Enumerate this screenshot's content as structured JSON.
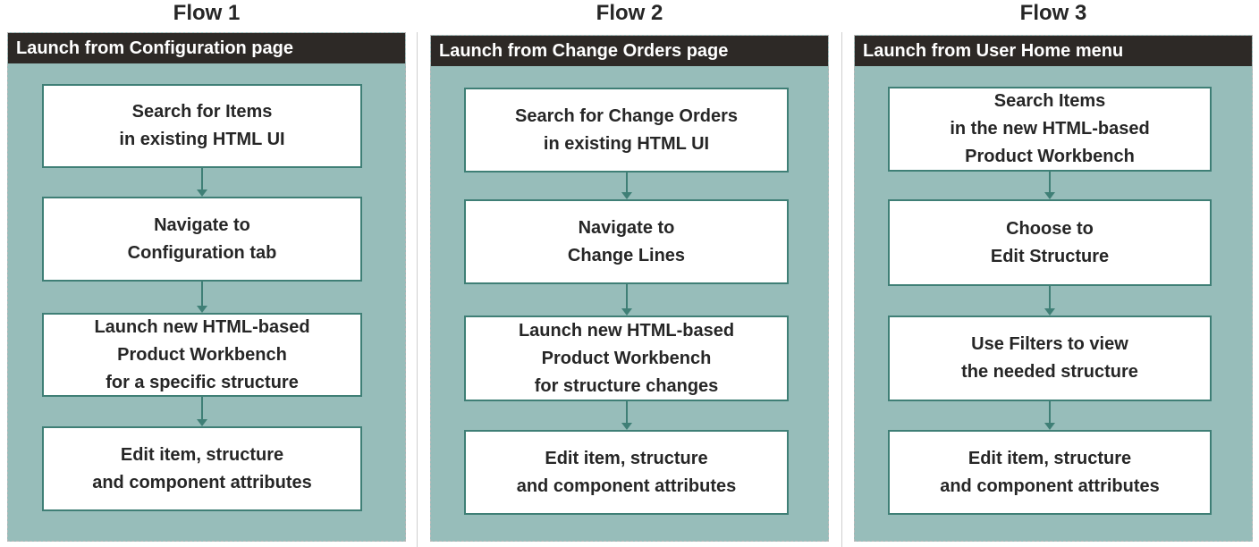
{
  "colors": {
    "panel_fill": "#97bdba",
    "header_fill": "#2d2926",
    "box_border": "#3f7f76",
    "arrow": "#3f7f76"
  },
  "flows": [
    {
      "title": "Flow 1",
      "header": "Launch from Configuration page",
      "steps": [
        [
          "Search for Items",
          "in existing HTML UI"
        ],
        [
          "Navigate to",
          "Configuration tab"
        ],
        [
          "Launch new HTML-based",
          "Product Workbench",
          "for a specific structure"
        ],
        [
          "Edit item, structure",
          "and component attributes"
        ]
      ]
    },
    {
      "title": "Flow 2",
      "header": "Launch from Change Orders page",
      "steps": [
        [
          "Search for Change Orders",
          "in existing HTML UI"
        ],
        [
          "Navigate to",
          "Change Lines"
        ],
        [
          "Launch new HTML-based",
          "Product Workbench",
          "for structure changes"
        ],
        [
          "Edit item, structure",
          "and component attributes"
        ]
      ]
    },
    {
      "title": "Flow 3",
      "header": "Launch from User Home menu",
      "steps": [
        [
          "Search Items",
          "in the new HTML-based",
          "Product Workbench"
        ],
        [
          "Choose to",
          "Edit Structure"
        ],
        [
          "Use Filters to view",
          "the needed structure"
        ],
        [
          "Edit item, structure",
          "and component attributes"
        ]
      ]
    }
  ]
}
